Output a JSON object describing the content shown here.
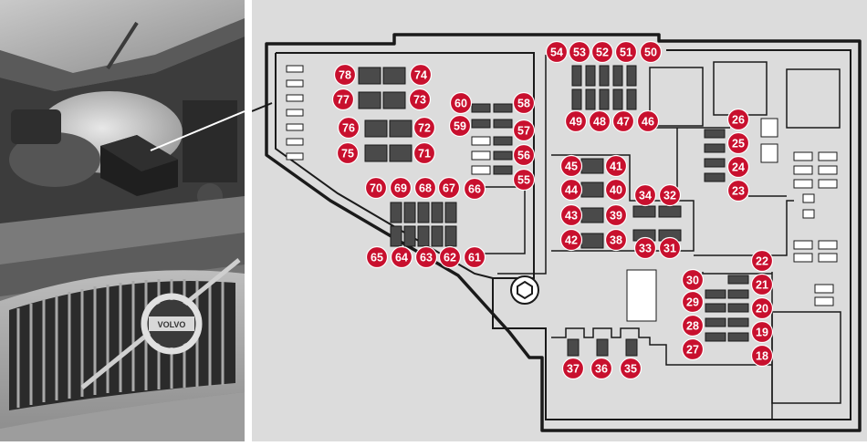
{
  "colors": {
    "panel_background": "#dcdcdc",
    "outline": "#1a1a1a",
    "fuse_fill": "#4a4a4a",
    "badge_fill": "#c8102e",
    "badge_text": "#ffffff",
    "slot_fill": "#ffffff"
  },
  "photo": {
    "emblem_text": "VOLVO"
  },
  "fuse_labels": [
    "18",
    "19",
    "20",
    "21",
    "22",
    "23",
    "24",
    "25",
    "26",
    "27",
    "28",
    "29",
    "30",
    "31",
    "32",
    "33",
    "34",
    "35",
    "36",
    "37",
    "38",
    "39",
    "40",
    "41",
    "42",
    "43",
    "44",
    "45",
    "46",
    "47",
    "48",
    "49",
    "50",
    "51",
    "52",
    "53",
    "54",
    "55",
    "56",
    "57",
    "58",
    "59",
    "60",
    "61",
    "62",
    "63",
    "64",
    "65",
    "66",
    "67",
    "68",
    "69",
    "70",
    "71",
    "72",
    "73",
    "74",
    "75",
    "76",
    "77",
    "78"
  ]
}
